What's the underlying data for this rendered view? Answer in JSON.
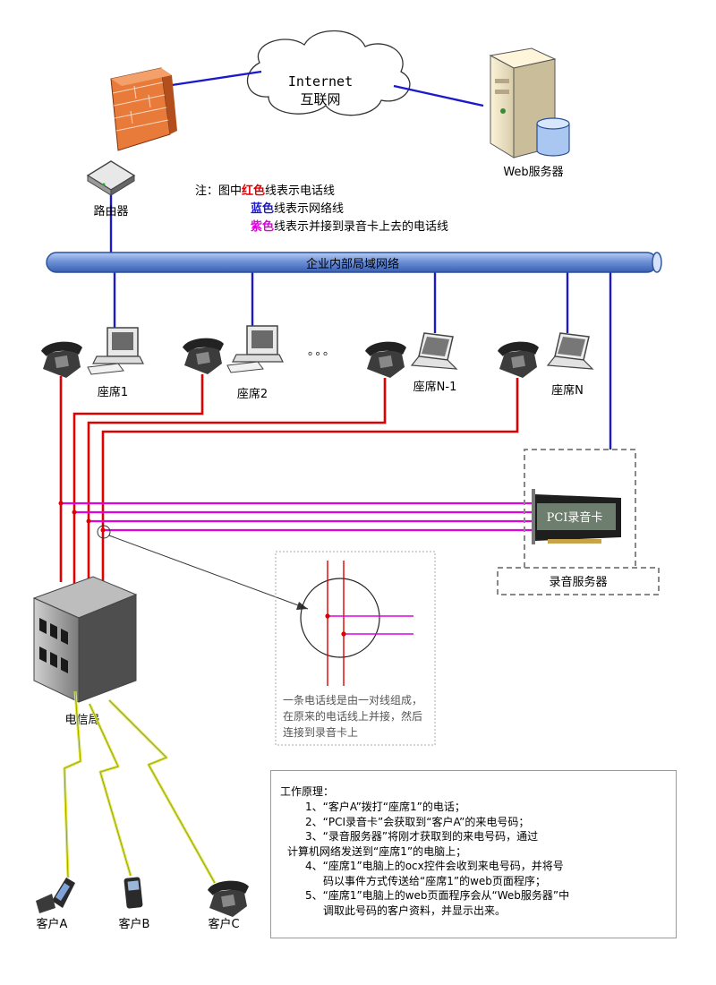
{
  "internet": {
    "line1": "Internet",
    "line2": "互联网"
  },
  "labels": {
    "web_server": "Web服务器",
    "router": "路由器",
    "lan": "企业内部局域网络",
    "seats": [
      "座席1",
      "座席2",
      "座席N-1",
      "座席N"
    ],
    "ellipsis": "。。。",
    "pci_card": "PCI录音卡",
    "recording_server": "录音服务器",
    "telecom": "电信局",
    "customers": [
      "客户A",
      "客户B",
      "客户C"
    ]
  },
  "legend": {
    "prefix": "注：图中",
    "red_word": "红色",
    "red_rest": "线表示电话线",
    "blue_word": "蓝色",
    "blue_rest": "线表示网络线",
    "purple_word": "紫色",
    "purple_rest": "线表示并接到录音卡上去的电话线"
  },
  "zoom_note": "一条电话线是由一对线组成，在原来的电话线上并接，然后连接到录音卡上",
  "principle": {
    "title": "工作原理：",
    "steps": [
      "1、“客户A”拨打“座席1”的电话；",
      "2、“PCI录音卡”会获取到“客户A”的来电号码；",
      "3、“录音服务器”将刚才获取到的来电号码，通过",
      "计算机网络发送到“座席1”的电脑上；",
      "4、“座席1”电脑上的ocx控件会收到来电号码，并将号",
      "码以事件方式传送给“座席1”的web页面程序；",
      "5、“座席1”电脑上的web页面程序会从“Web服务器”中",
      "调取此号码的客户资料，并显示出来。"
    ]
  },
  "colors": {
    "phone_line": "#e00000",
    "network_line": "#1a1acc",
    "recording_line": "#e000e0"
  }
}
